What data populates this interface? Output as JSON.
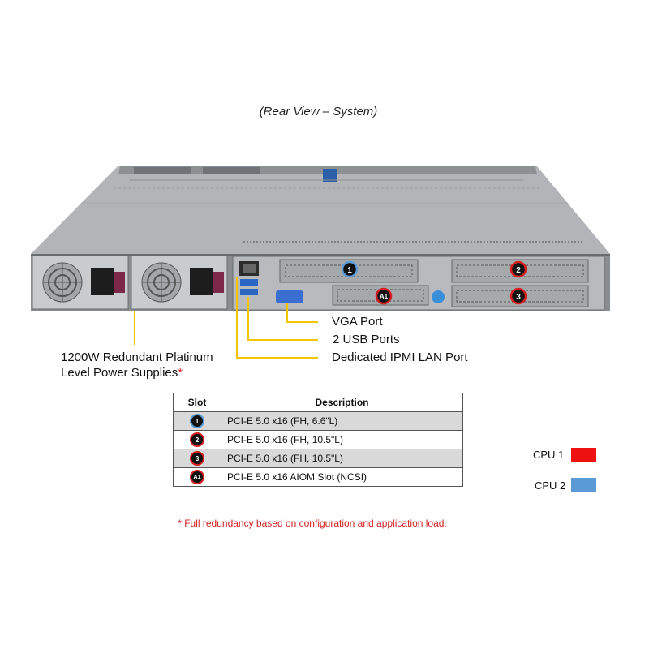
{
  "title": "(Rear View – System)",
  "callouts": {
    "vga": "VGA Port",
    "usb": "2 USB Ports",
    "ipmi": "Dedicated IPMI  LAN Port"
  },
  "psu_label": {
    "line1": "1200W Redundant  Platinum",
    "line2": "Level Power Supplies",
    "asterisk": "*"
  },
  "slot_markers": [
    "1",
    "2",
    "3",
    "A1"
  ],
  "table": {
    "headers": [
      "Slot",
      "Description"
    ],
    "rows": [
      {
        "slot": "1",
        "cpu": "CPU 2",
        "description": "PCI-E  5.0 x16 (FH, 6.6\"L)"
      },
      {
        "slot": "2",
        "cpu": "CPU 1",
        "description": "PCI-E  5.0 x16 (FH, 10.5\"L)"
      },
      {
        "slot": "3",
        "cpu": "CPU 1",
        "description": "PCI-E  5.0 x16 (FH, 10.5\"L)"
      },
      {
        "slot": "A1",
        "cpu": "CPU 1",
        "description": "PCI-E  5.0 x16 AIOM Slot (NCSI)"
      }
    ]
  },
  "legend": [
    {
      "label": "CPU 1",
      "color": "#ee1111"
    },
    {
      "label": "CPU 2",
      "color": "#5b9bd5"
    }
  ],
  "footnote": "*  Full redundancy  based on configuration  and application load."
}
